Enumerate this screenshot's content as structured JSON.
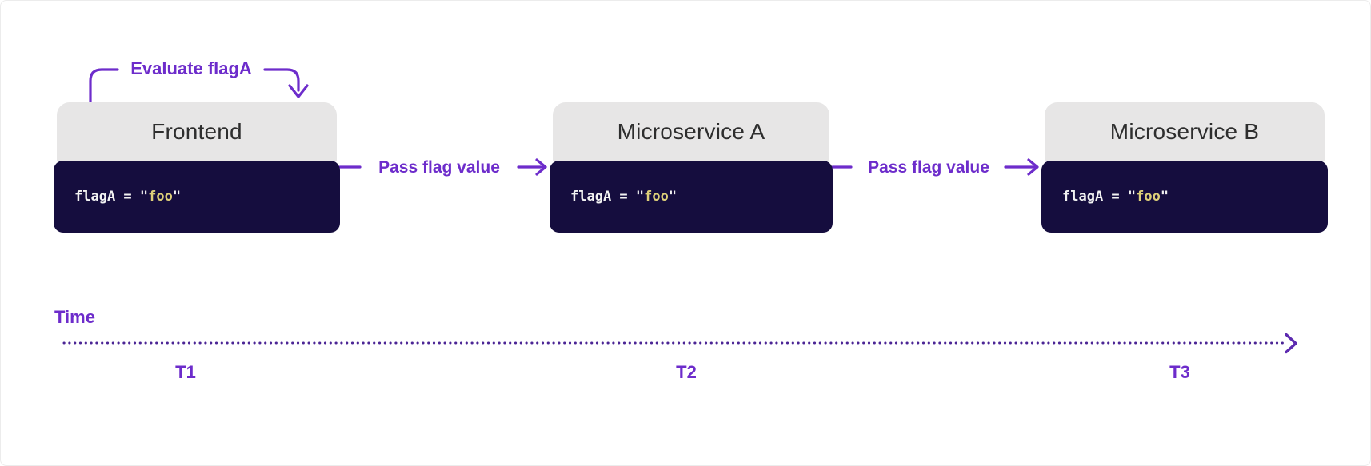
{
  "diagram": {
    "annotations": {
      "evaluate_label": "Evaluate flagA",
      "pass_flag_label_1": "Pass flag value",
      "pass_flag_label_2": "Pass flag value"
    },
    "services": [
      {
        "title": "Frontend",
        "code_prefix": "flagA = \"",
        "code_value": "foo",
        "code_suffix": "\""
      },
      {
        "title": "Microservice A",
        "code_prefix": "flagA = \"",
        "code_value": "foo",
        "code_suffix": "\""
      },
      {
        "title": "Microservice B",
        "code_prefix": "flagA = \"",
        "code_value": "foo",
        "code_suffix": "\""
      }
    ],
    "timeline": {
      "label": "Time",
      "ticks": [
        "T1",
        "T2",
        "T3"
      ]
    },
    "colors": {
      "accent_purple": "#6d2ccb",
      "timeline_purple": "#4b2595",
      "code_background": "#150d3e",
      "header_background": "#e7e6e6",
      "title_text": "#2e2e2e",
      "code_text": "#f2f2f2",
      "code_string_text": "#ddcf79"
    }
  }
}
